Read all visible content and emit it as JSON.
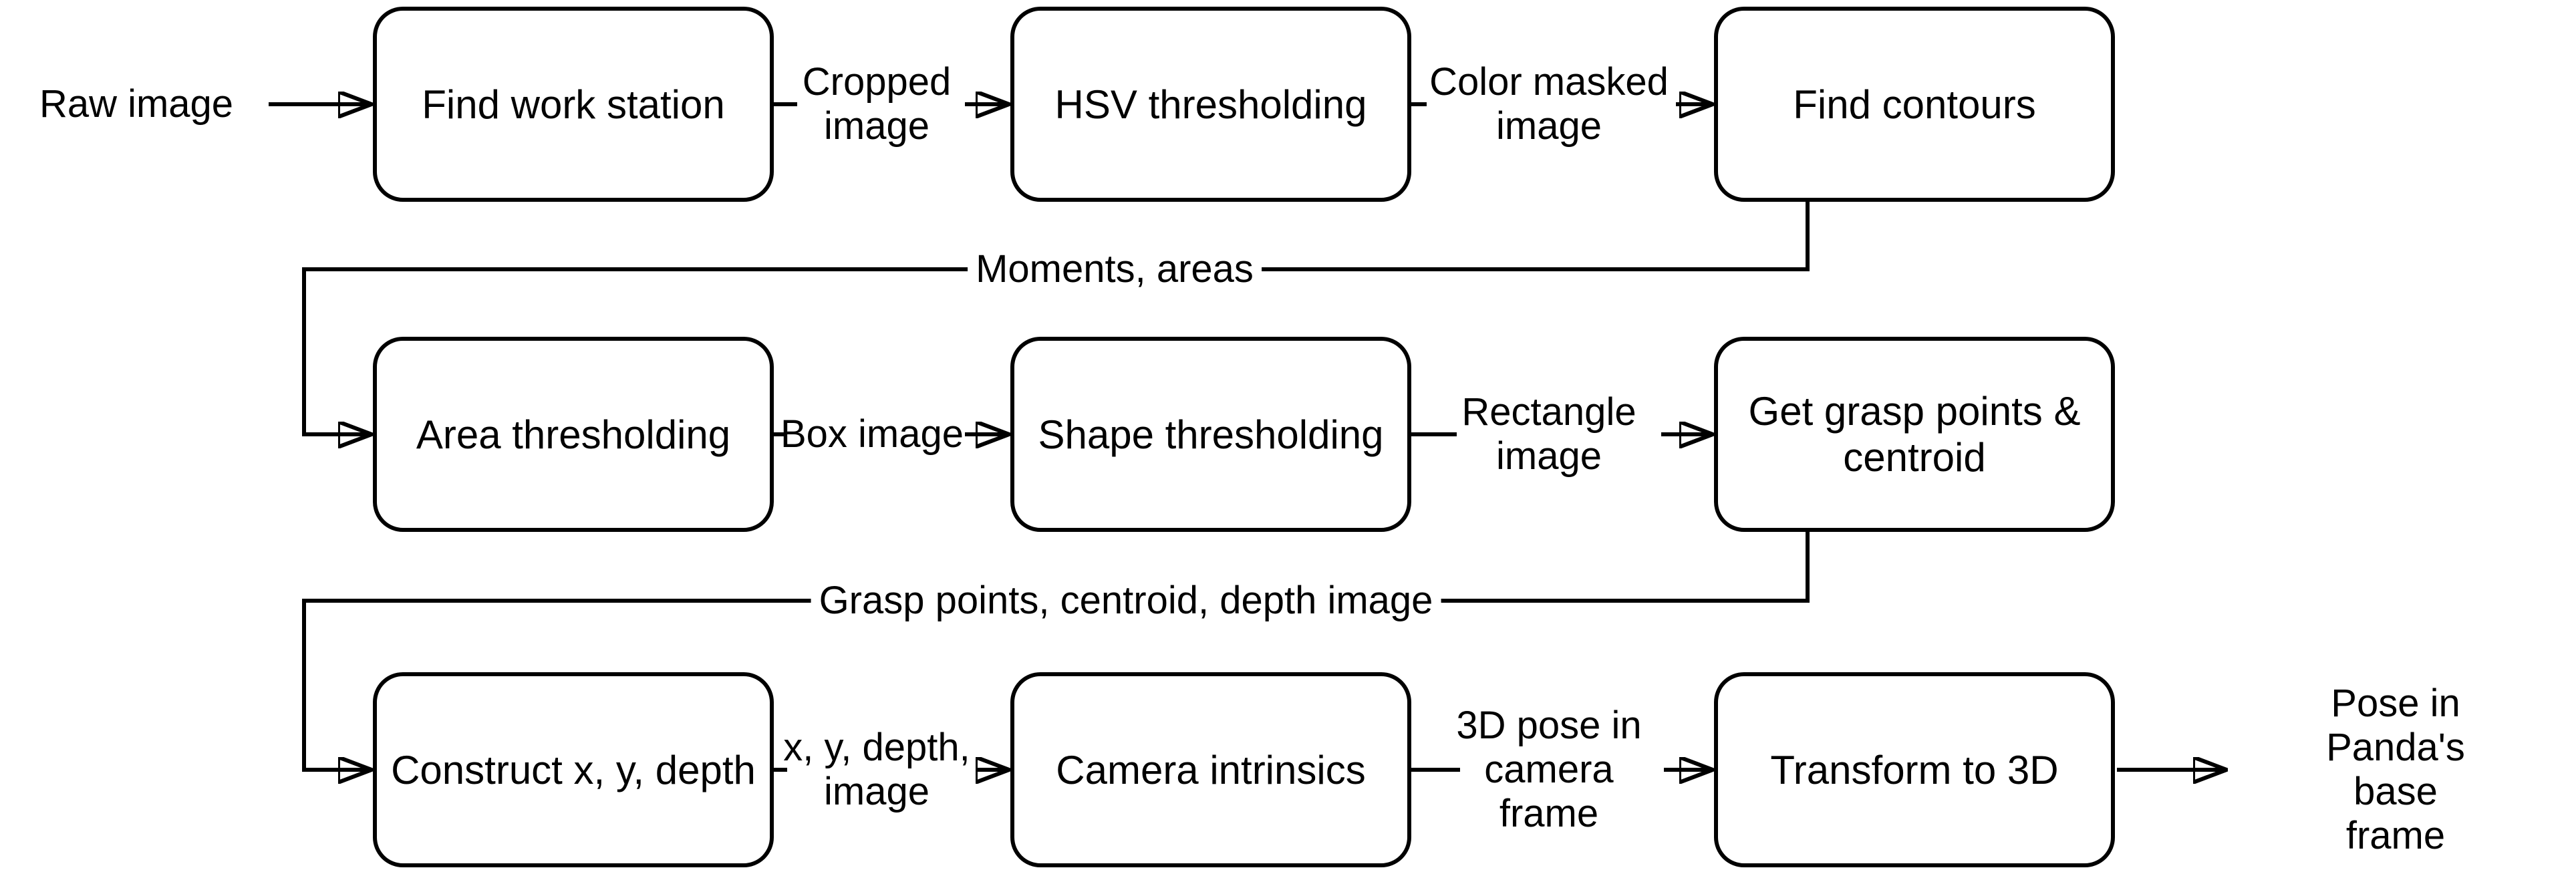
{
  "colors": {
    "ink": "#000000",
    "background": "#ffffff"
  },
  "nodes": [
    {
      "id": "find-work-station",
      "label": "Find work station"
    },
    {
      "id": "hsv-thresholding",
      "label": "HSV thresholding"
    },
    {
      "id": "find-contours",
      "label": "Find contours"
    },
    {
      "id": "area-thresholding",
      "label": "Area thresholding"
    },
    {
      "id": "shape-thresholding",
      "label": "Shape thresholding"
    },
    {
      "id": "get-grasp-points-centroid",
      "label": "Get grasp points &\ncentroid"
    },
    {
      "id": "construct-x-y-depth",
      "label": "Construct x, y, depth"
    },
    {
      "id": "camera-intrinsics",
      "label": "Camera intrinsics"
    },
    {
      "id": "transform-to-3d",
      "label": "Transform to 3D"
    }
  ],
  "io_labels": {
    "input": "Raw image",
    "output": "Pose in Panda's\nbase frame"
  },
  "edge_labels": {
    "cropped_image": "Cropped\nimage",
    "color_masked_image": "Color masked\nimage",
    "moments_areas": "Moments, areas",
    "box_image": "Box image",
    "rectangle_image": "Rectangle\nimage",
    "grasp_points_centroid_depth_image": "Grasp points, centroid, depth image",
    "x_y_depth_image": "x, y, depth,\nimage",
    "pose_in_camera_frame": "3D pose in\ncamera\nframe"
  }
}
